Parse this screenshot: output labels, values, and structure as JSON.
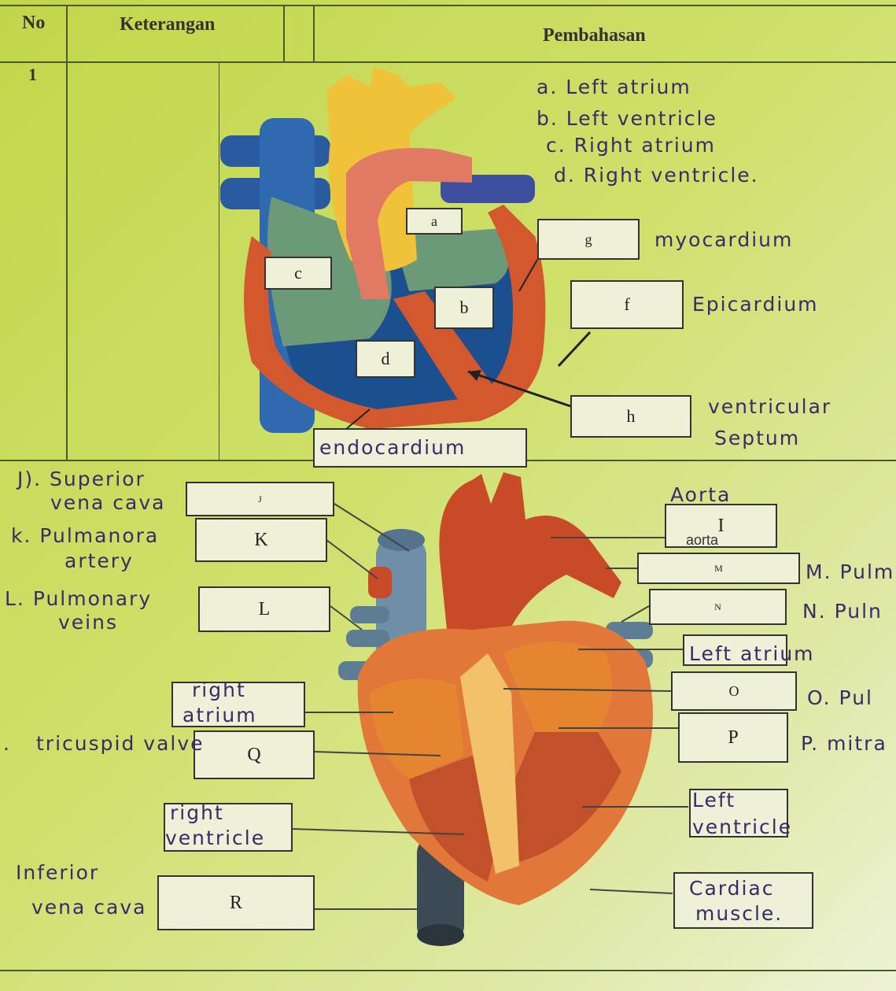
{
  "table": {
    "headers": {
      "no": "No",
      "keterangan": "Keterangan",
      "pembahasan": "Pembahasan"
    },
    "row_number": "1"
  },
  "diagram1": {
    "labels": {
      "a": "a",
      "b": "b",
      "c": "c",
      "d": "d",
      "f": "f",
      "g": "g",
      "h": "h"
    },
    "answers": {
      "a": "a. Left atrium",
      "b": "b. Left ventricle",
      "c": "c. Right atrium",
      "d": "d. Right ventricle.",
      "g": "myocardium",
      "f": "Epicardium",
      "h_line1": "ventricular",
      "h_line2": "Septum",
      "endo": "endocardium"
    }
  },
  "diagram2": {
    "labels": {
      "J": "J",
      "K": "K",
      "L": "L",
      "I": "I",
      "M": "M",
      "N": "N",
      "O": "O",
      "P": "P",
      "Q": "Q",
      "R": "R"
    },
    "printed_aorta": "aorta",
    "answers": {
      "j_line1": "J). Superior",
      "j_line2": "vena cava",
      "k_line1": "k. Pulmanora",
      "k_line2": "artery",
      "l_line1": "L. Pulmonary",
      "l_line2": "veins",
      "i": "Aorta",
      "m": "M. Pulm",
      "n": "N. Puln",
      "left_atrium": "Left atrium",
      "o": "O. Pul",
      "p": "P. mitra",
      "right_atrium_1": "right",
      "right_atrium_2": "atrium",
      "q": "tricuspid valve",
      "q_prefix": ".",
      "right_ventricle_1": "right",
      "right_ventricle_2": "ventricle",
      "left_ventricle_1": "Left",
      "left_ventricle_2": "ventricle",
      "r_line1": "Inferior",
      "r_line2": "vena cava",
      "cardiac_1": "Cardiac",
      "cardiac_2": "muscle."
    }
  },
  "colors": {
    "paper": "#cfe06a",
    "ink": "#3a2a6a",
    "heart_red": "#d4582e",
    "heart_blue": "#1c4f8f",
    "heart_yellow": "#f0c23a",
    "heart_green": "#6c9a78",
    "heart_orange": "#e2773a"
  }
}
